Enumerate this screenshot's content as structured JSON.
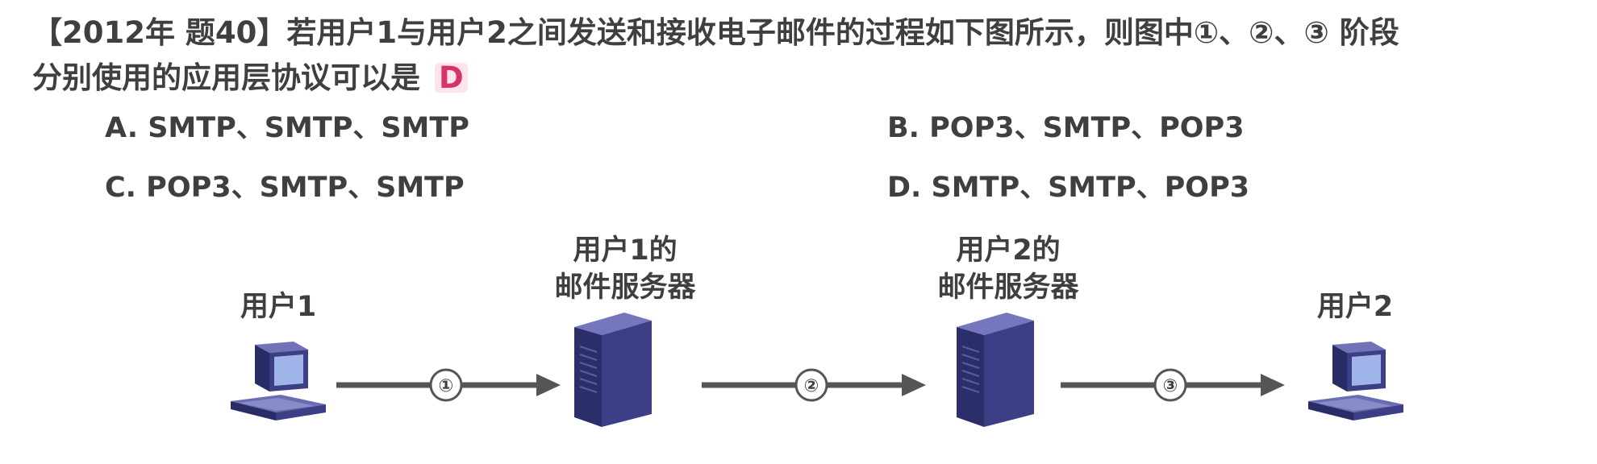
{
  "question": {
    "line1": "【2012年 题40】若用户1与用户2之间发送和接收电子邮件的过程如下图所示，则图中①、②、③ 阶段",
    "line2": "分别使用的应用层协议可以是",
    "answer": "D"
  },
  "options": [
    {
      "text": "A. SMTP、SMTP、SMTP"
    },
    {
      "text": "B. POP3、SMTP、POP3"
    },
    {
      "text": "C. POP3、SMTP、SMTP"
    },
    {
      "text": "D. SMTP、SMTP、POP3"
    }
  ],
  "diagram": {
    "user1": "用户1",
    "server1_line1": "用户1的",
    "server1_line2": "邮件服务器",
    "server2_line1": "用户2的",
    "server2_line2": "邮件服务器",
    "user2": "用户2",
    "step1": "①",
    "step2": "②",
    "step3": "③"
  },
  "colors": {
    "arrow": "#555555",
    "device": "#3d3f86",
    "answer": "#d6336c"
  }
}
